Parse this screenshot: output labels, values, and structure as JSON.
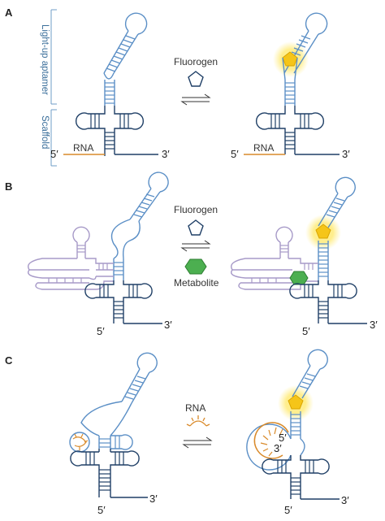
{
  "panels": [
    {
      "letter": "A",
      "reagent": "Fluorogen",
      "aptamer_label": "Light-up aptamer",
      "scaffold_label": "Scaffold",
      "rna_left": "RNA",
      "rna_right": "RNA",
      "five_prime_left": "5′",
      "three_prime_left": "3′",
      "five_prime_right": "5′",
      "three_prime_right": "3′"
    },
    {
      "letter": "B",
      "reagent": "Fluorogen",
      "reagent2": "Metabolite",
      "five_prime_left": "5′",
      "three_prime_left": "3′",
      "five_prime_right": "5′",
      "three_prime_right": "3′"
    },
    {
      "letter": "C",
      "reagent": "RNA",
      "five_prime_left": "5′",
      "three_prime_left": "3′",
      "five_prime_right": "5′",
      "three_prime_right": "3′",
      "inner_five_prime": "5′",
      "inner_three_prime": "3′"
    }
  ],
  "colors": {
    "scaffold": "#1f3f66",
    "aptamer": "#5b8fc6",
    "sensor": "#a79ac8",
    "rna": "#d98a2a",
    "fluorogen_glow": "#ffe680",
    "fluorogen_fill": "#f5c518",
    "metabolite": "#4caf50"
  },
  "icons": [
    "pentagon-icon",
    "hexagon-icon",
    "rna-strand-icon",
    "equilibrium-arrows-icon"
  ]
}
